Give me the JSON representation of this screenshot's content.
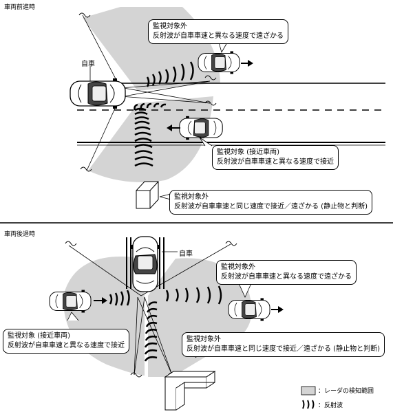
{
  "top_section": {
    "title": "車両前進時",
    "own_car_label": "自車",
    "callout_upper_right": {
      "line1": "監視対象外",
      "line2": "反射波が自車車速と異なる速度で遠ざかる"
    },
    "callout_middle_right": {
      "line1": "監視対象 (接近車両)",
      "line2": "反射波が自車車速と異なる速度で接近"
    },
    "callout_bottom": {
      "line1": "監視対象外",
      "line2": "反射波が自車車速と同じ速度で接近／遠ざかる (静止物と判断)"
    }
  },
  "bottom_section": {
    "title": "車両後退時",
    "own_car_label": "自車",
    "callout_right": {
      "line1": "監視対象外",
      "line2": "反射波が自車車速と異なる速度で遠ざかる"
    },
    "callout_left": {
      "line1": "監視対象 (接近車両)",
      "line2": "反射波が自車車速と異なる速度で接近"
    },
    "callout_bottom_right": {
      "line1": "監視対象外",
      "line2": "反射波が自車車速と同じ速度で接近／遠ざかる (静止物と判断)"
    }
  },
  "legend": {
    "radar_range_label": "：レーダの検知範囲",
    "reflected_wave_label": "：反射波",
    "radar_color": "#d4d4d4"
  }
}
